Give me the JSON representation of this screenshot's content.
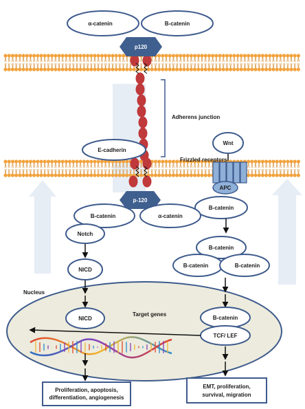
{
  "labels": {
    "alpha_catenin_top": "α-catenin",
    "b_catenin_top": "B-catenin",
    "p120_top": "p120",
    "adherens_junction": "Adherens junction",
    "e_cadherin": "E-cadherin",
    "wnt": "Wnt",
    "frizzled_receptors": "Frizzled receptors",
    "apc": "APC",
    "b_catenin_apc": "B-catenin",
    "p120_bottom": "p-120",
    "b_catenin_left": "B-catenin",
    "alpha_catenin_bottom": "α-catenin",
    "notch": "Notch",
    "nicd_cyto": "NICD",
    "b_catenin_cluster_top": "B-catenin",
    "b_catenin_cluster_left": "B-catenin",
    "b_catenin_cluster_right": "B-catenin",
    "nucleus": "Nucleus",
    "target_genes": "Target genes",
    "nicd_nucleus": "NICD",
    "b_catenin_nucleus": "B-catenin",
    "tcf_lef": "TCF/ LEF",
    "outcome_left_1": "Proliferation, apoptosis,",
    "outcome_left_2": "differentiation, angiogenesis",
    "outcome_right_1": "EMT, proliferation,",
    "outcome_right_2": "survival, migration"
  },
  "colors": {
    "outline": "#3d5a8c",
    "hexagon": "#3f5f8f",
    "cadherin": "#c0393b",
    "lipid_head": "#f2a23c",
    "receptor": "#8fb0d8",
    "nucleus_fill": "#ecebdd",
    "arrow_bg": "#e6edf5"
  }
}
